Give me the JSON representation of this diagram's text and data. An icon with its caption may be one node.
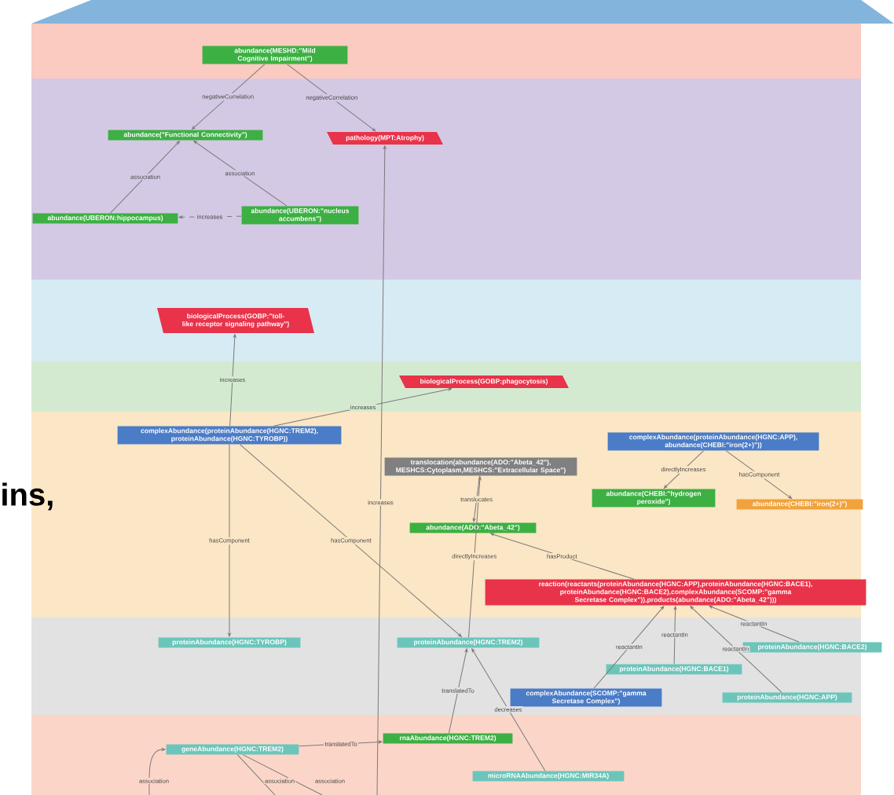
{
  "diagram": {
    "nodes": [
      {
        "text": [
          "abundance(MESHD:\"Mild Cognitive Impairment\")"
        ]
      },
      {
        "text": [
          "abundance(\"Functional Connectivity\")"
        ]
      },
      {
        "text": [
          "pathology(MPT:Atrophy)"
        ]
      },
      {
        "text": [
          "abundance(UBERON:hippocampus)"
        ]
      },
      {
        "text": [
          "abundance(UBERON:\"nucleus accumbens\")"
        ]
      },
      {
        "text": [
          "biologicalProcess(GOBP:\"toll-like receptor signaling pathway\")"
        ]
      },
      {
        "text": [
          "biologicalProcess(GOBP:phagocytosis)"
        ]
      },
      {
        "text": [
          "complexAbundance(proteinAbundance(HGNC:TREM2), proteinAbundance(HGNC:TYROBP))"
        ]
      },
      {
        "text": [
          "translocation(abundance(ADO:\"Abeta_42\"), MESHCS:Cytoplasm,MESHCS:\"Extracellular Space\")"
        ]
      },
      {
        "text": [
          "complexAbundance(proteinAbundance(HGNC:APP), abundance(CHEBI:\"iron(2+)\"))"
        ]
      },
      {
        "text": [
          "abundance(CHEBI:\"hydrogen peroxide\")"
        ]
      },
      {
        "text": [
          "abundance(CHEBI:\"iron(2+)\")"
        ]
      },
      {
        "text": [
          "abundance(ADO:\"Abeta_42\")"
        ]
      },
      {
        "text": [
          "reaction(reactants(proteinAbundance(HGNC:APP),proteinAbundance(HGNC:BACE1), proteinAbundance(HGNC:BACE2),complexAbundance(SCOMP:\"gamma Secretase Complex\")),products(abundance(ADO:\"Abeta_42\")))"
        ]
      },
      {
        "text": [
          "proteinAbundance(HGNC:TYROBP)"
        ]
      },
      {
        "text": [
          "proteinAbundance(HGNC:TREM2)"
        ]
      },
      {
        "text": [
          "proteinAbundance(HGNC:BACE2)"
        ]
      },
      {
        "text": [
          "proteinAbundance(HGNC:BACE1)"
        ]
      },
      {
        "text": [
          "complexAbundance(SCOMP:\"gamma Secretase Complex\")"
        ]
      },
      {
        "text": [
          "proteinAbundance(HGNC:APP)"
        ]
      },
      {
        "text": [
          "rnaAbundance(HGNC:TREM2)"
        ]
      },
      {
        "text": [
          "geneAbundance(HGNC:TREM2)"
        ]
      },
      {
        "text": [
          "microRNAAbundance(HGNC:MIR34A)"
        ]
      }
    ],
    "edges": [
      {
        "from": 0,
        "to": 1,
        "arrow": "to",
        "label": "negativeCorrelation"
      },
      {
        "from": 0,
        "to": 2,
        "arrow": "to",
        "label": "negativeCorrelation"
      },
      {
        "from": 3,
        "to": 1,
        "arrow": "to",
        "label": "association"
      },
      {
        "from": 4,
        "to": 1,
        "arrow": "to",
        "label": "association"
      },
      {
        "from": 4,
        "to": 3,
        "arrow": "to",
        "label": "increases",
        "style": "dashed"
      },
      {
        "from": 7,
        "to": 5,
        "arrow": "to",
        "label": "increases"
      },
      {
        "from": 7,
        "to": 6,
        "arrow": "to",
        "label": "increases"
      },
      {
        "from": 7,
        "to": 14,
        "arrow": "to",
        "label": "hasComponent"
      },
      {
        "from": 7,
        "to": 15,
        "arrow": "to",
        "label": "hasComponent"
      },
      {
        "from": null,
        "to": 2,
        "arrow": "to",
        "label": "increases"
      },
      {
        "from": 15,
        "to": 8,
        "arrow": "to",
        "label": "directlyIncreases"
      },
      {
        "from": 8,
        "to": 12,
        "arrow": "to",
        "label": "translocates"
      },
      {
        "from": 13,
        "to": 12,
        "arrow": "to",
        "label": "hasProduct"
      },
      {
        "from": 9,
        "to": 10,
        "arrow": "to",
        "label": "directlyIncreases"
      },
      {
        "from": 9,
        "to": 11,
        "arrow": "to",
        "label": "hasComponent"
      },
      {
        "from": 18,
        "to": 13,
        "arrow": "to",
        "label": "reactantIn"
      },
      {
        "from": 17,
        "to": 13,
        "arrow": "to",
        "label": "reactantIn"
      },
      {
        "from": 19,
        "to": 13,
        "arrow": "to",
        "label": "reactantIn"
      },
      {
        "from": 16,
        "to": 13,
        "arrow": "to",
        "label": "reactantIn"
      },
      {
        "from": 20,
        "to": 15,
        "arrow": "to",
        "label": "translatedTo"
      },
      {
        "from": 22,
        "to": 15,
        "arrow": "to",
        "label": "decreases"
      },
      {
        "from": 21,
        "to": 20,
        "arrow": "to",
        "label": "translatedTo"
      },
      {
        "from": null,
        "to": 21,
        "arrow": "to",
        "label": "association"
      },
      {
        "from": 21,
        "to": null,
        "arrow": "none",
        "label": "association"
      },
      {
        "from": 21,
        "to": null,
        "arrow": "none",
        "label": "association"
      }
    ],
    "labels": [
      "ins,"
    ]
  }
}
